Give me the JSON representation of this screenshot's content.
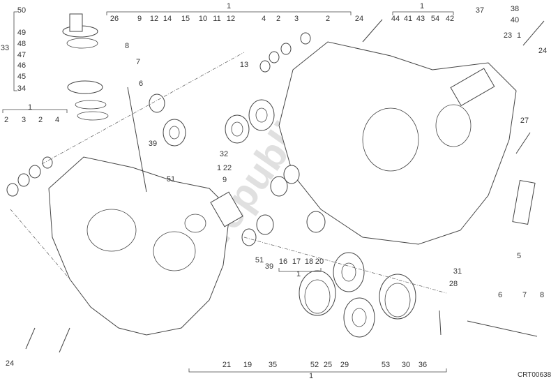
{
  "diagram": {
    "code": "CRT00638",
    "watermark": "Partsrepublik",
    "labels": [
      "50",
      "49",
      "48",
      "47",
      "46",
      "45",
      "34",
      "33",
      "1",
      "2",
      "3",
      "2",
      "4",
      "1",
      "26",
      "9",
      "12",
      "14",
      "15",
      "10",
      "11",
      "12",
      "4",
      "2",
      "3",
      "2",
      "1",
      "24",
      "44",
      "41",
      "43",
      "54",
      "42",
      "37",
      "38",
      "40",
      "23",
      "1",
      "24",
      "8",
      "7",
      "6",
      "13",
      "39",
      "51",
      "32",
      "1",
      "22",
      "9",
      "16",
      "17",
      "18",
      "20",
      "1",
      "27",
      "5",
      "31",
      "28",
      "51",
      "39",
      "24",
      "21",
      "19",
      "35",
      "52",
      "25",
      "29",
      "53",
      "30",
      "36",
      "1",
      "6",
      "7",
      "8"
    ],
    "colors": {
      "line": "#444444",
      "watermark": "#bbbbbb",
      "text": "#333333"
    }
  }
}
